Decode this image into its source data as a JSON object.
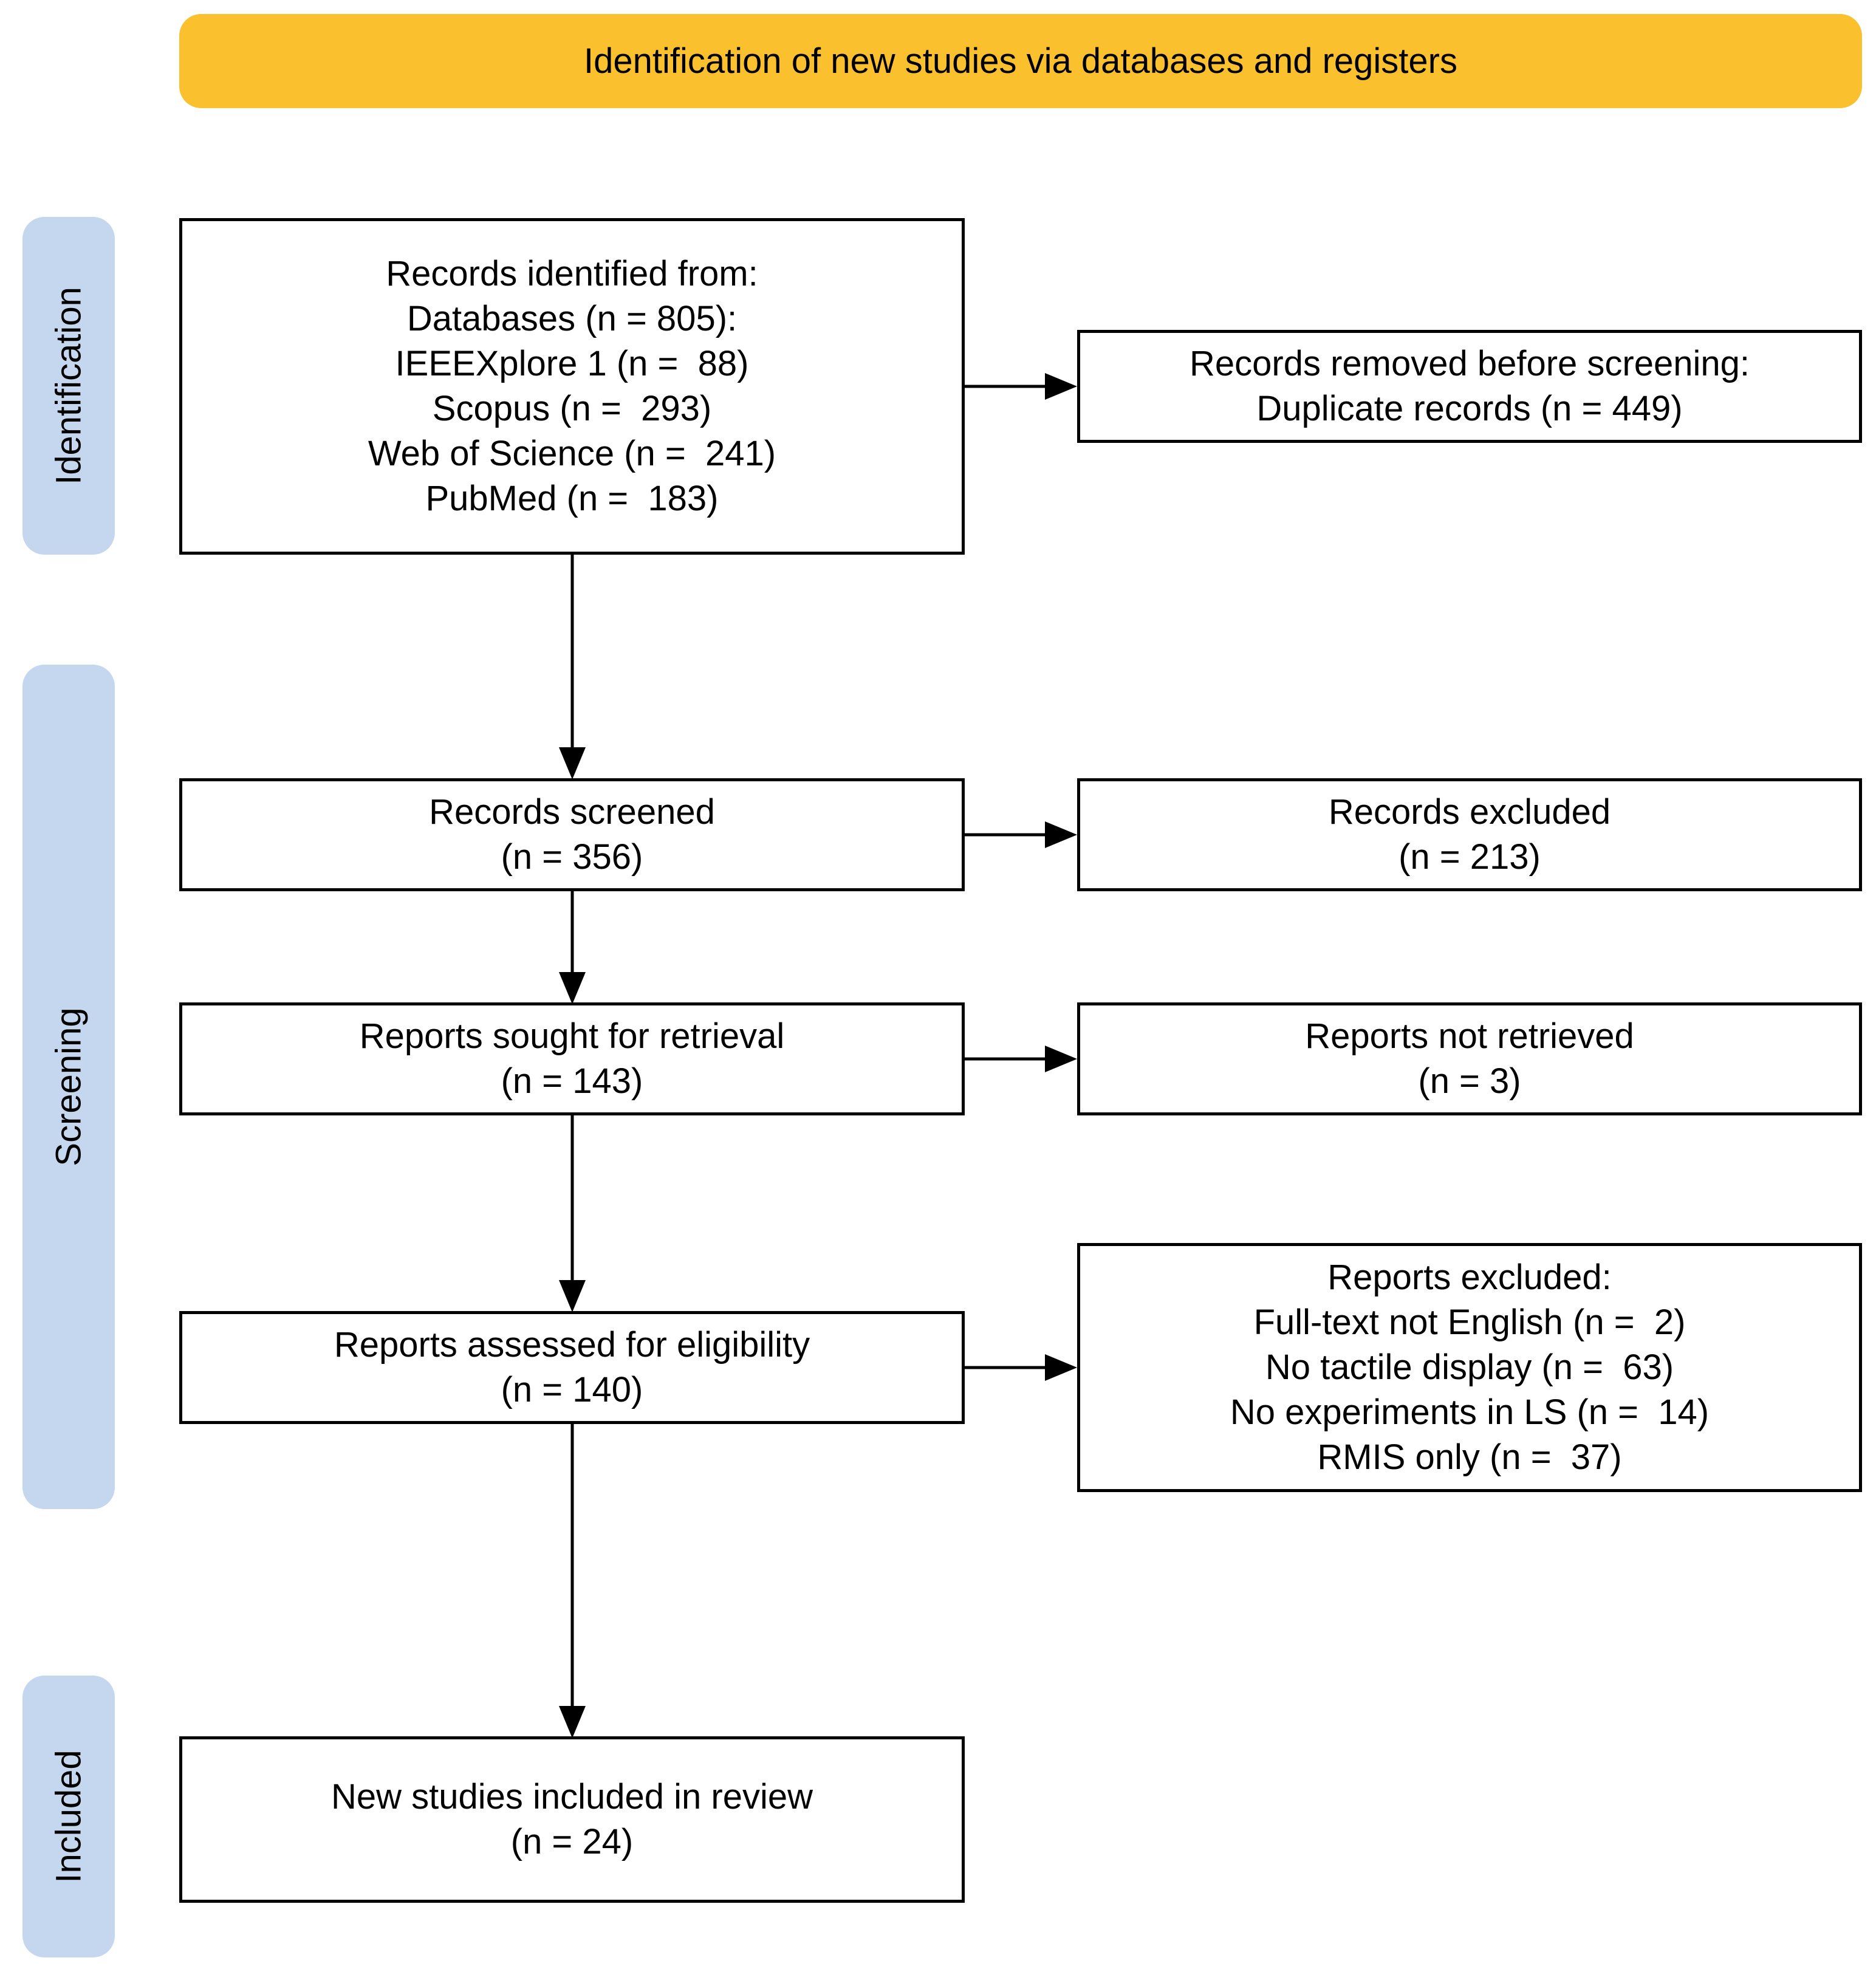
{
  "header": {
    "title": "Identification of new studies via databases and registers"
  },
  "phases": {
    "identification": "Identification",
    "screening": "Screening",
    "included": "Included"
  },
  "boxes": {
    "records_identified": {
      "lines": [
        "Records identified from:",
        "Databases (n = 805):",
        "IEEEXplore 1 (n =  88)",
        "Scopus (n =  293)",
        "Web of Science (n =  241)",
        "PubMed (n =  183)"
      ]
    },
    "records_removed": {
      "lines": [
        "Records removed before screening:",
        "Duplicate records (n = 449)"
      ]
    },
    "records_screened": {
      "lines": [
        "Records screened",
        "(n = 356)"
      ]
    },
    "records_excluded": {
      "lines": [
        "Records excluded",
        "(n = 213)"
      ]
    },
    "reports_sought": {
      "lines": [
        "Reports sought for retrieval",
        "(n = 143)"
      ]
    },
    "reports_not_retrieved": {
      "lines": [
        "Reports not retrieved",
        "(n = 3)"
      ]
    },
    "reports_assessed": {
      "lines": [
        "Reports assessed for eligibility",
        "(n = 140)"
      ]
    },
    "reports_excluded": {
      "lines": [
        "Reports excluded:",
        "Full-text not English (n =  2)",
        "No tactile display (n =  63)",
        "No experiments in LS (n =  14)",
        "RMIS only (n =  37)"
      ]
    },
    "studies_included": {
      "lines": [
        "New studies included in review",
        "(n = 24)"
      ]
    }
  },
  "colors": {
    "header_fill": "#FBC02D",
    "phase_fill": "#C5D7EE",
    "stroke": "#000000"
  }
}
